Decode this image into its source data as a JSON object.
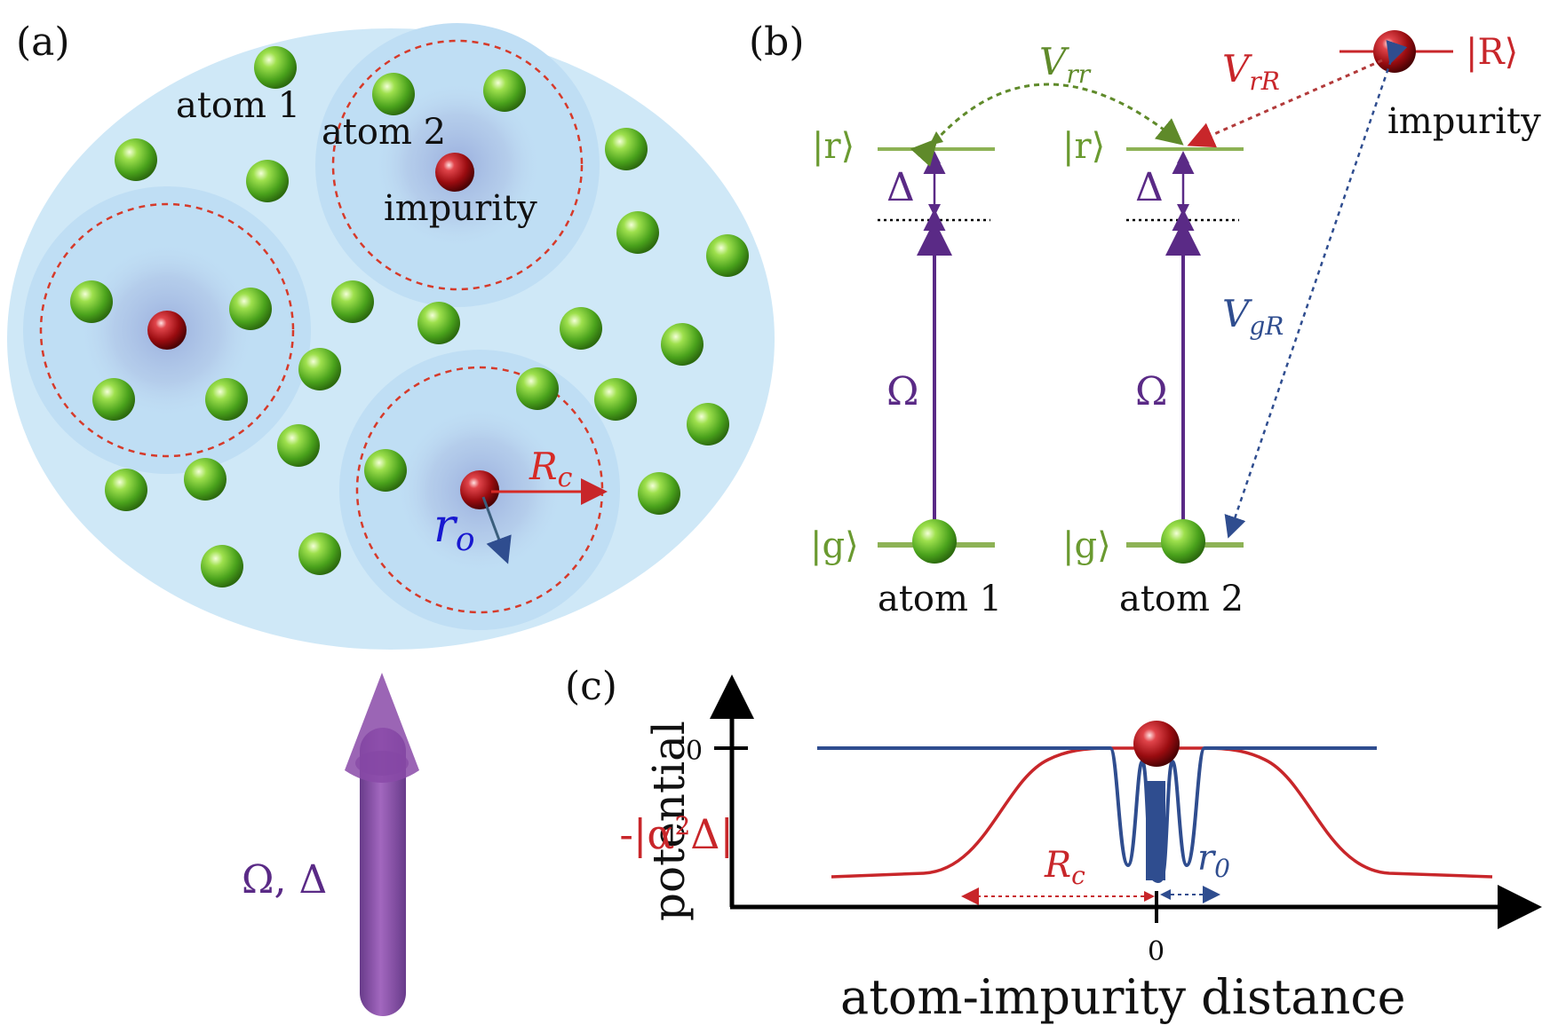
{
  "panels": {
    "a": "(a)",
    "b": "(b)",
    "c": "(c)"
  },
  "panel_a": {
    "atom1_label": "atom 1",
    "atom2_label": "atom 2",
    "impurity_label": "impurity",
    "Rc_label": "R",
    "Rc_sub": "c",
    "r_label": "r",
    "r_sub": "o",
    "arrow_label": "Ω,  Δ"
  },
  "panel_b": {
    "ket_r_left": "|r⟩",
    "ket_r_right": "|r⟩",
    "ket_g_left": "|g⟩",
    "ket_g_right": "|g⟩",
    "ket_R": "|R⟩",
    "delta_left": "Δ",
    "delta_right": "Δ",
    "omega_left": "Ω",
    "omega_right": "Ω",
    "V_rr": "V",
    "V_rr_sub": "rr",
    "V_rR": "V",
    "V_rR_sub": "rR",
    "V_gR": "V",
    "V_gR_sub": "gR",
    "atom1_label": "atom 1",
    "atom2_label": "atom 2",
    "impurity_label": "impurity"
  },
  "panel_c": {
    "ylabel": "potential",
    "xlabel": "atom-impurity distance",
    "ytick_zero": "0",
    "xtick_zero": "0",
    "depth_label": "-|α",
    "depth_sup": "2",
    "depth_tail": "Δ|",
    "Rc_label": "R",
    "Rc_sub": "c",
    "r0_label": "r",
    "r0_sub": "0"
  },
  "colors": {
    "cloud": "#cfe8f7",
    "atom_green": "#5fb82a",
    "impurity_red": "#a80f14",
    "level_green": "#8db255",
    "purple": "#5a2a86",
    "red_line": "#c8262a",
    "blue_line": "#2f4d8f",
    "vrr_green": "#5f8a2a"
  }
}
